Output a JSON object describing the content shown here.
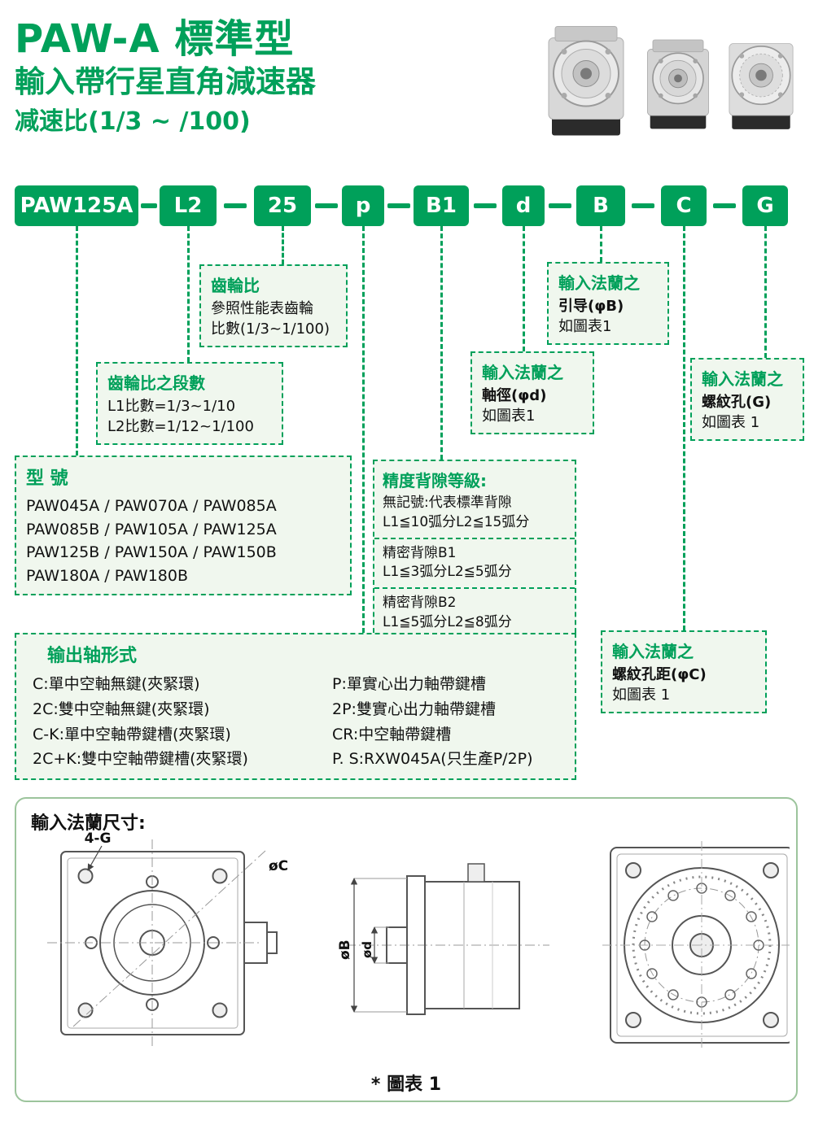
{
  "accent_color": "#00a05a",
  "header": {
    "title1": "PAW-A 標準型",
    "title2": "輸入帶行星直角減速器",
    "title3": "减速比(1/3 ~ /100)"
  },
  "code": {
    "segments": [
      "PAW125A",
      "L2",
      "25",
      "p",
      "B1",
      "d",
      "B",
      "C",
      "G"
    ]
  },
  "callouts": {
    "gear_ratio": {
      "title": "齒輪比",
      "lines": [
        "參照性能表齒輪",
        "比數(1/3~1/100)"
      ]
    },
    "flange_pilot": {
      "title": "輸入法蘭之",
      "lines": [
        "引导(φB)",
        "如圖表1"
      ]
    },
    "ratio_stage": {
      "title": "齒輪比之段數",
      "lines": [
        "L1比數=1/3~1/10",
        "L2比數=1/12~1/100"
      ]
    },
    "shaft_dia": {
      "title": "輸入法蘭之",
      "lines": [
        "軸徑(φd)",
        "如圖表1"
      ]
    },
    "thread_hole": {
      "title": "輸入法蘭之",
      "lines": [
        "螺紋孔(G)",
        "如圖表 1"
      ]
    },
    "model": {
      "title": "型 號",
      "lines": [
        "PAW045A / PAW070A / PAW085A",
        "PAW085B / PAW105A / PAW125A",
        "PAW125B / PAW150A / PAW150B",
        "PAW180A / PAW180B"
      ]
    },
    "backlash": {
      "title": "精度背隙等級:",
      "groups": [
        [
          "無記號:代表標準背隙",
          "L1≦10弧分L2≦15弧分"
        ],
        [
          "精密背隙B1",
          "L1≦3弧分L2≦5弧分"
        ],
        [
          "精密背隙B2",
          "L1≦5弧分L2≦8弧分"
        ]
      ]
    },
    "output_shaft": {
      "title": "输出轴形式",
      "left": [
        "C:單中空軸無鍵(夾緊環)",
        "2C:雙中空軸無鍵(夾緊環)",
        "C-K:單中空軸帶鍵槽(夾緊環)",
        "2C+K:雙中空軸帶鍵槽(夾緊環)"
      ],
      "right": [
        "P:單實心出力軸帶鍵槽",
        "2P:雙實心出力軸帶鍵槽",
        "CR:中空軸帶鍵槽",
        "P. S:RXW045A(只生產P/2P)"
      ]
    },
    "thread_pitch": {
      "title": "輸入法蘭之",
      "lines": [
        "螺紋孔距(φC)",
        "如圖表 1"
      ]
    }
  },
  "figure": {
    "title": "輸入法蘭尺寸:",
    "labels": {
      "four_g": "4-G",
      "phi_c": "øC",
      "phi_b": "øB",
      "phi_d": "ød"
    },
    "caption": "* 圖表 1"
  }
}
